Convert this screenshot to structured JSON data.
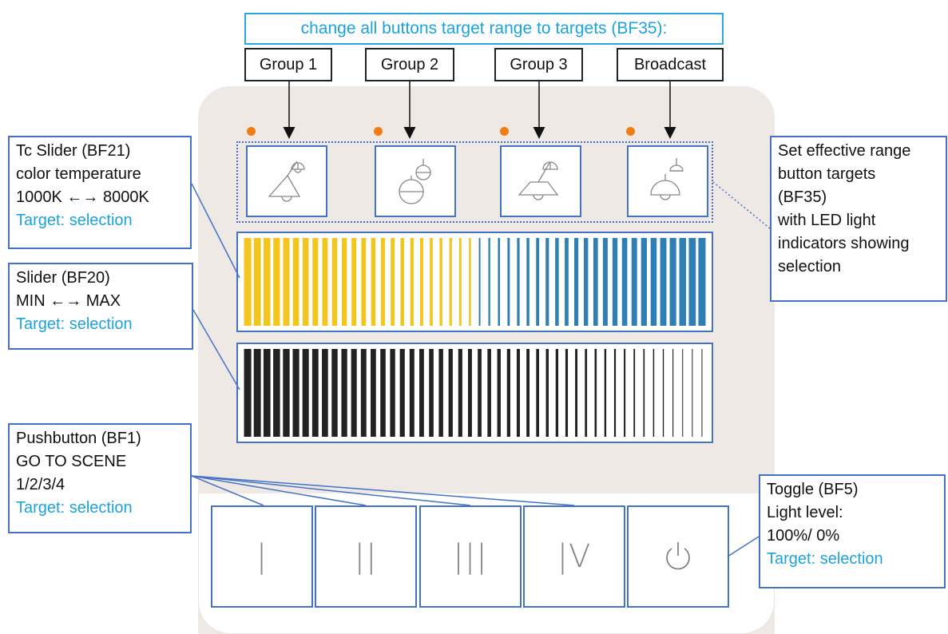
{
  "header": {
    "title": "change all buttons target range to targets (BF35):",
    "groups": [
      "Group 1",
      "Group 2",
      "Group 3",
      "Broadcast"
    ]
  },
  "callouts": {
    "tc_slider": {
      "line1": "Tc Slider (BF21)",
      "line2": "color temperature",
      "line3": "1000K ←→ 8000K",
      "target": "Target: selection"
    },
    "slider": {
      "line1": "Slider (BF20)",
      "line2": "MIN ←→ MAX",
      "target": "Target: selection"
    },
    "pushbutton": {
      "line1": "Pushbutton (BF1)",
      "line2": "GO TO SCENE",
      "line3": "1/2/3/4",
      "target": "Target: selection"
    },
    "range": {
      "line1": "Set effective range",
      "line2": "button targets",
      "line3": "(BF35)",
      "line4": "with LED light",
      "line5": "indicators showing",
      "line6": "selection"
    },
    "toggle": {
      "line1": "Toggle (BF5)",
      "line2": "Light level:",
      "line3": "100%/ 0%",
      "target": "Target: selection"
    }
  },
  "buttons": {
    "scene1": "|",
    "scene2": "||",
    "scene3": "|||",
    "scene4": "|V"
  },
  "colors": {
    "accent_blue": "#4472c4",
    "text_blue": "#1ba3dc",
    "led_orange": "#f07d14",
    "warm_yellow": "#f2c61f",
    "cool_blue": "#2f7fb5",
    "dark": "#222222",
    "panel": "#efe9e6"
  },
  "icons": {
    "group_icons": [
      "pendant-lamp-icon",
      "globe-lamp-icon",
      "pendant-lamp-icon",
      "dome-lamp-icon"
    ],
    "toggle_icon": "power-icon"
  }
}
